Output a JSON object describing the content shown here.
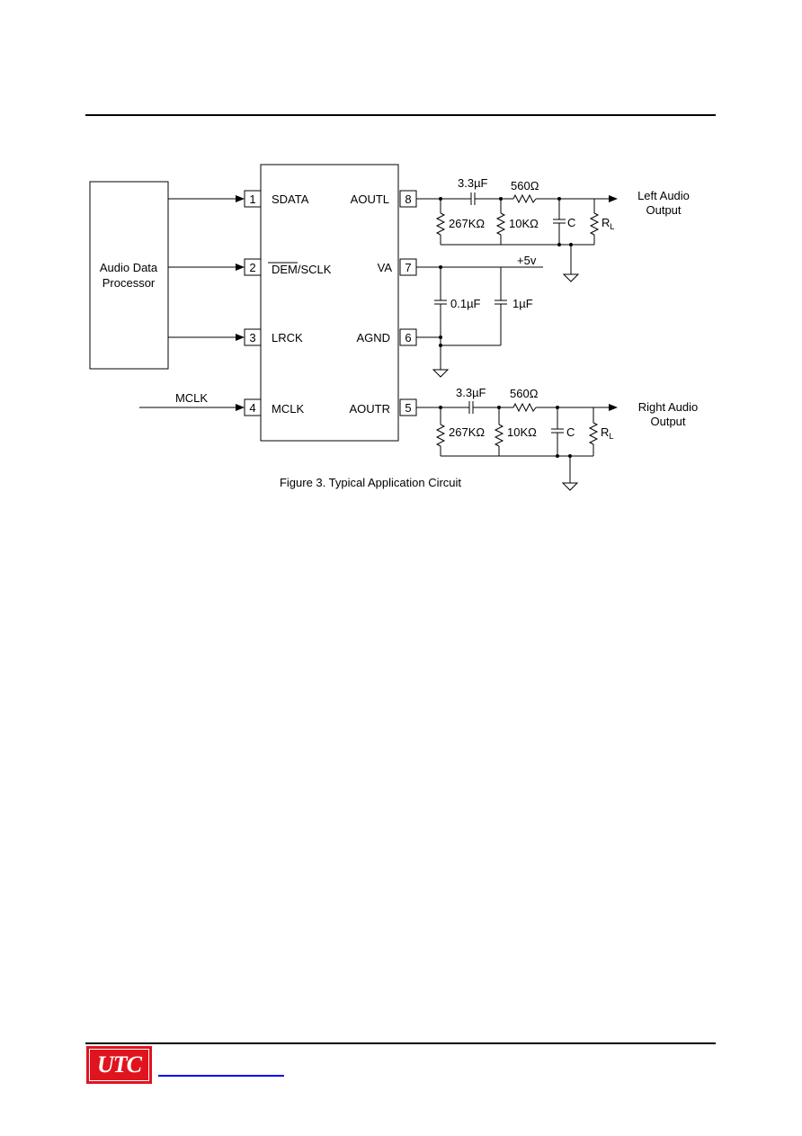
{
  "processor": {
    "label_line1": "Audio Data",
    "label_line2": "Processor"
  },
  "chip": {
    "pins": [
      {
        "num": "1",
        "name": "SDATA"
      },
      {
        "num": "2",
        "name": "DEM/SCLK"
      },
      {
        "num": "3",
        "name": "LRCK"
      },
      {
        "num": "4",
        "name": "MCLK"
      },
      {
        "num": "5",
        "name": "AOUTR"
      },
      {
        "num": "6",
        "name": "AGND"
      },
      {
        "num": "7",
        "name": "VA"
      },
      {
        "num": "8",
        "name": "AOUTL"
      }
    ]
  },
  "mclk_input": "MCLK",
  "left_output": {
    "cap": "3.3µF",
    "series_res": "560Ω",
    "res1": "267KΩ",
    "res2": "10KΩ",
    "cap_c": "C",
    "load": "R",
    "load_sub": "L",
    "label_line1": "Left Audio",
    "label_line2": "Output"
  },
  "right_output": {
    "cap": "3.3µF",
    "series_res": "560Ω",
    "res1": "267KΩ",
    "res2": "10KΩ",
    "cap_c": "C",
    "load": "R",
    "load_sub": "L",
    "label_line1": "Right Audio",
    "label_line2": "Output"
  },
  "supply": {
    "voltage": "+5v",
    "cap1": "0.1µF",
    "cap2": "1µF"
  },
  "caption": "Figure 3. Typical Application Circuit",
  "footer": {
    "logo_text": "UTC",
    "colors": {
      "logo": "#e0141e",
      "link": "#0000ee"
    }
  }
}
